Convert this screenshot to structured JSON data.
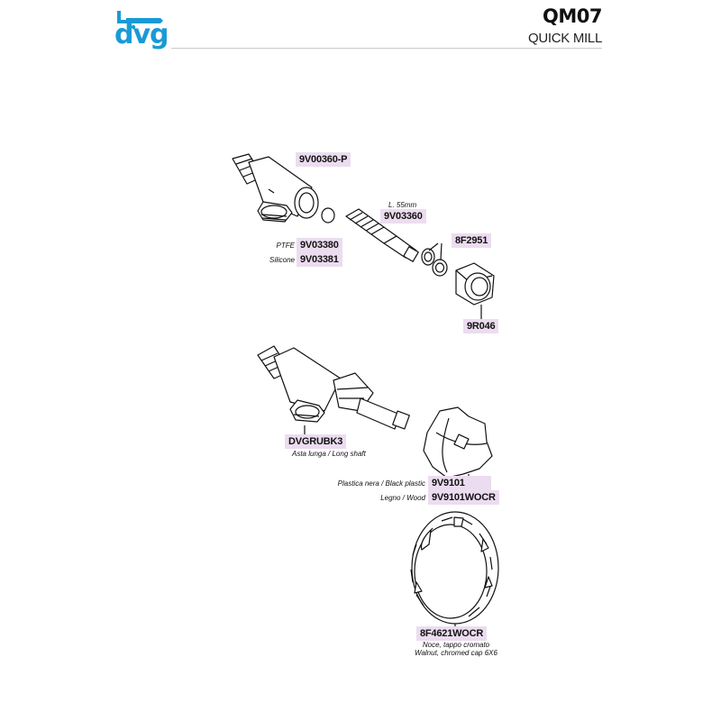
{
  "header": {
    "logo_text": "dvg",
    "model": "QM07",
    "brand": "QUICK MILL",
    "accent_color": "#1a9ad6"
  },
  "parts": {
    "body_tee": "9V00360-P",
    "length_note": "L. 55mm",
    "shaft": "9V03360",
    "gasket": "8F2951",
    "ptfe_label": "PTFE",
    "ptfe_code": "9V03380",
    "silicone_label": "Silicone",
    "silicone_code": "9V03381",
    "nut": "9R046",
    "assembly": "DVGRUBK3",
    "assembly_note": "Asta lunga / Long shaft",
    "black_plastic_label": "Plastica nera / Black plastic",
    "black_plastic_code": "9V9101",
    "wood_label": "Legno / Wood",
    "wood_code": "9V9101WOCR",
    "walnut_code": "8F4621WOCR",
    "walnut_note_1": "Noce, tappo cromato",
    "walnut_note_2": "Walnut, chromed cap 6X6"
  },
  "colors": {
    "label_bg": "#ecdcf0",
    "line": "#111111",
    "rule": "#c9c9c9"
  }
}
